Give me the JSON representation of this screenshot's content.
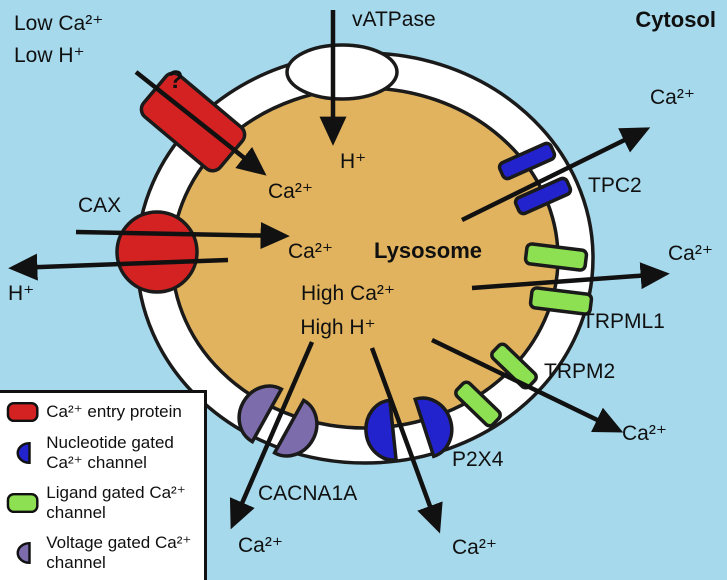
{
  "labels": {
    "cytosol": "Cytosol",
    "low_ca": "Low Ca²⁺",
    "low_h": "Low H⁺",
    "vatpase": "vATPase",
    "question": "?",
    "ca": "Ca²⁺",
    "h": "H⁺",
    "cax": "CAX",
    "lysosome": "Lysosome",
    "high_ca": "High Ca²⁺",
    "high_h": "High H⁺",
    "tpc2": "TPC2",
    "trpml1": "TRPML1",
    "trpm2": "TRPM2",
    "p2x4": "P2X4",
    "cacna1a": "CACNA1A"
  },
  "colors": {
    "background": "#a6d9ec",
    "membrane": "#ffffff",
    "lumen": "#e1b35e",
    "outline": "#1a1a1a",
    "red": "#d42222",
    "blue": "#2323cd",
    "green": "#8ce052",
    "purple": "#7d6cab"
  },
  "legend": {
    "items": [
      {
        "label": "Ca²⁺ entry protein",
        "shape": "pill",
        "color": "#d42222"
      },
      {
        "label": "Nucleotide gated Ca²⁺ channel",
        "shape": "halfmoon",
        "color": "#2323cd"
      },
      {
        "label": "Ligand gated Ca²⁺ channel",
        "shape": "pill",
        "color": "#8ce052"
      },
      {
        "label": "Voltage gated Ca²⁺ channel",
        "shape": "halfmoon",
        "color": "#7d6cab"
      }
    ]
  }
}
